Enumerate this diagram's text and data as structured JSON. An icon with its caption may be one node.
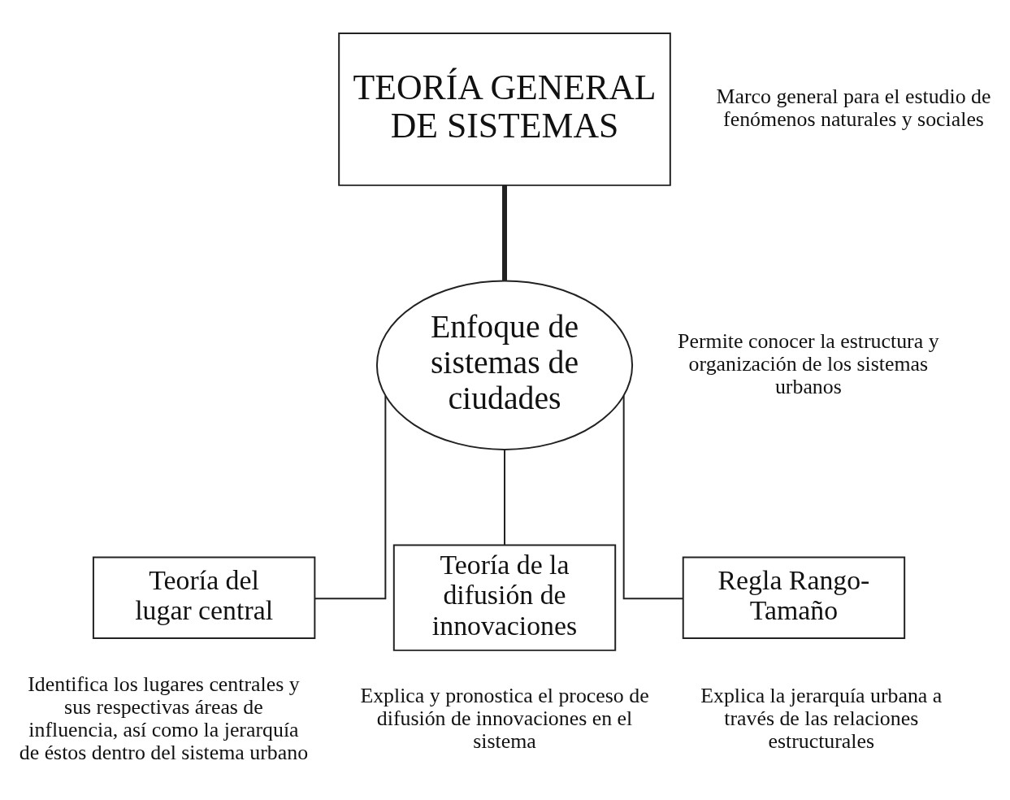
{
  "diagram": {
    "nodes": [
      {
        "text": [
          "TEORÍA GENERAL DE SISTEMAS"
        ],
        "beside": [
          "Marco general para el estudio de fenómenos naturales y sociales"
        ]
      },
      {
        "text": [
          "Enfoque de sistemas de ciudades"
        ],
        "beside": [
          "Permite conocer la estructura y organización de los sistemas urbanos"
        ]
      },
      {
        "text": [
          "Teoría del lugar central"
        ],
        "beside": [
          "Identifica los lugares centrales y sus respectivas áreas de influencia, así como la jerarquía de éstos dentro del sistema urbano"
        ]
      },
      {
        "text": [
          "Teoría de la difusión de innovaciones"
        ],
        "beside": [
          "Explica y pronostica el proceso de difusión de innovaciones en el sistema"
        ]
      },
      {
        "text": [
          "Regla Rango-Tamaño"
        ],
        "beside": [
          "Explica la jerarquía urbana a través de las relaciones estructurales"
        ]
      }
    ],
    "edges": [
      {
        "from": 0,
        "to": 1,
        "arrow": "none",
        "style": "thick"
      },
      {
        "from": 1,
        "to": 2,
        "arrow": "none"
      },
      {
        "from": 1,
        "to": 3,
        "arrow": "none"
      },
      {
        "from": 1,
        "to": 4,
        "arrow": "none"
      }
    ]
  }
}
